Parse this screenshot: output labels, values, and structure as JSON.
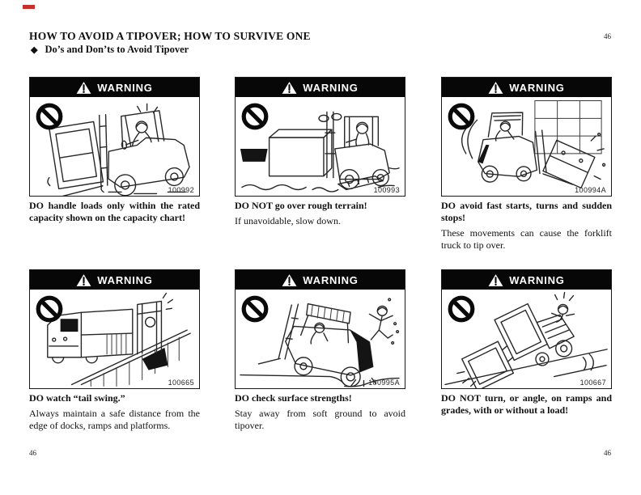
{
  "page": {
    "title": "HOW TO AVOID A TIPOVER; HOW TO SURVIVE ONE",
    "subtitle_bullet": "◆",
    "subtitle": "Do’s and Don’ts to Avoid Tipover",
    "page_number_top_right": "46",
    "page_number_bottom_left": "46",
    "page_number_bottom_right": "46"
  },
  "labels": {
    "warning": "WARNING"
  },
  "colors": {
    "warning_bar": "#070707",
    "warning_text": "#ffffff",
    "prohibition_symbol": "#0a0a0a",
    "page_background": "#ffffff",
    "corner_mark": "#c5302c"
  },
  "panels": [
    {
      "id_number": "100992",
      "illustration": "forklift-overloaded-tipping-forward",
      "caption_bold": "DO handle loads only within the rated capacity shown on the capacity chart!",
      "caption_regular": ""
    },
    {
      "id_number": "100993",
      "illustration": "forklift-crossing-rough-terrain",
      "caption_bold": "DO NOT go over rough terrain!",
      "caption_regular": "If unavoidable, slow down."
    },
    {
      "id_number": "100994A",
      "illustration": "forklift-fast-turn-load-falling",
      "caption_bold": "DO avoid fast starts, turns and sudden stops!",
      "caption_regular": "These movements can cause the forklift truck to tip over."
    },
    {
      "id_number": "100665",
      "illustration": "truck-tail-swing-at-dock-edge",
      "caption_bold": "DO watch “tail swing.”",
      "caption_regular": "Always maintain a safe distance from the edge of docks, ramps and platforms."
    },
    {
      "id_number": "100995A",
      "illustration": "forklift-sinking-soft-ground-worker-jumping",
      "caption_bold": "DO check surface strengths!",
      "caption_regular": "Stay away from soft ground to avoid tipover."
    },
    {
      "id_number": "100667",
      "illustration": "forklift-tipover-on-ramp",
      "caption_bold": "DO NOT turn, or angle, on ramps and grades, with or without a load!",
      "caption_regular": ""
    }
  ]
}
